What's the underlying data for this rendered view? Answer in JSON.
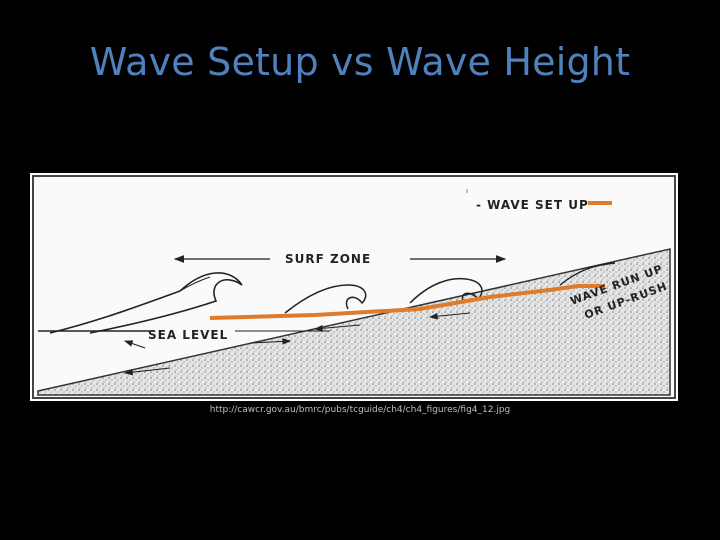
{
  "slide": {
    "title": "Wave Setup vs Wave Height",
    "caption": "http://cawcr.gov.au/bmrc/pubs/tcguide/ch4/ch4_figures/fig4_12.jpg"
  },
  "diagram": {
    "legend_label": "- WAVE SET UP",
    "surf_zone_label": "SURF ZONE",
    "sea_level_label": "SEA LEVEL",
    "run_up_label_line1": "WAVE RUN UP",
    "run_up_label_line2": "OR UP-RUSH",
    "colors": {
      "setup_line": "#e07b2a",
      "ink": "#222222",
      "paper": "#ffffff",
      "title": "#4f81bd"
    }
  }
}
